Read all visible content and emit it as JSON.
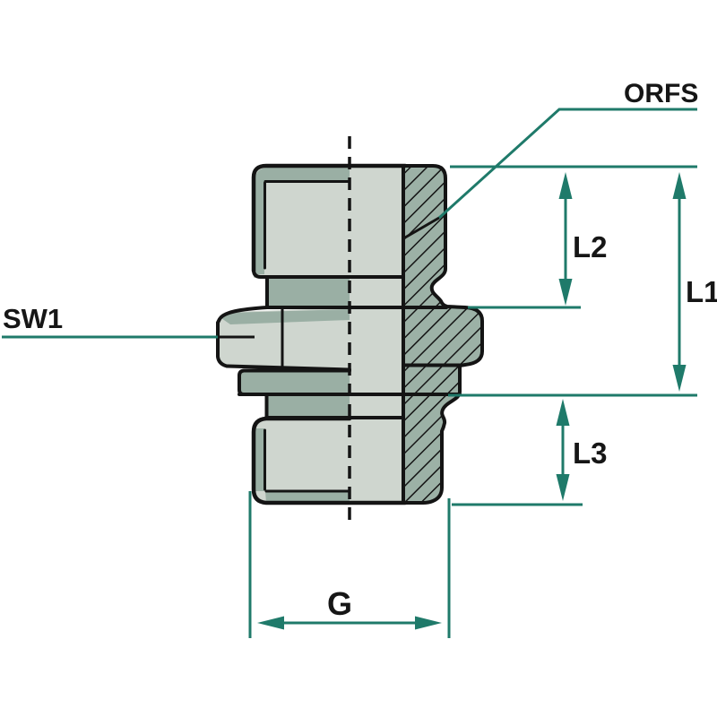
{
  "diagram": {
    "type": "technical-half-section-drawing",
    "subject": "ORFS male adapter fitting, side view with right-half cross-section",
    "labels": {
      "sw1": "SW1",
      "orfs": "ORFS",
      "l1": "L1",
      "l2": "L2",
      "l3": "L3",
      "g": "G"
    },
    "colors": {
      "background": "#ffffff",
      "outline": "#141414",
      "dimension": "#1f7a6a",
      "body_light": "#cfd6cf",
      "body_shaded": "#9aafa4",
      "hatch_background": "#9cb1a6",
      "label_text": "#161616"
    }
  }
}
